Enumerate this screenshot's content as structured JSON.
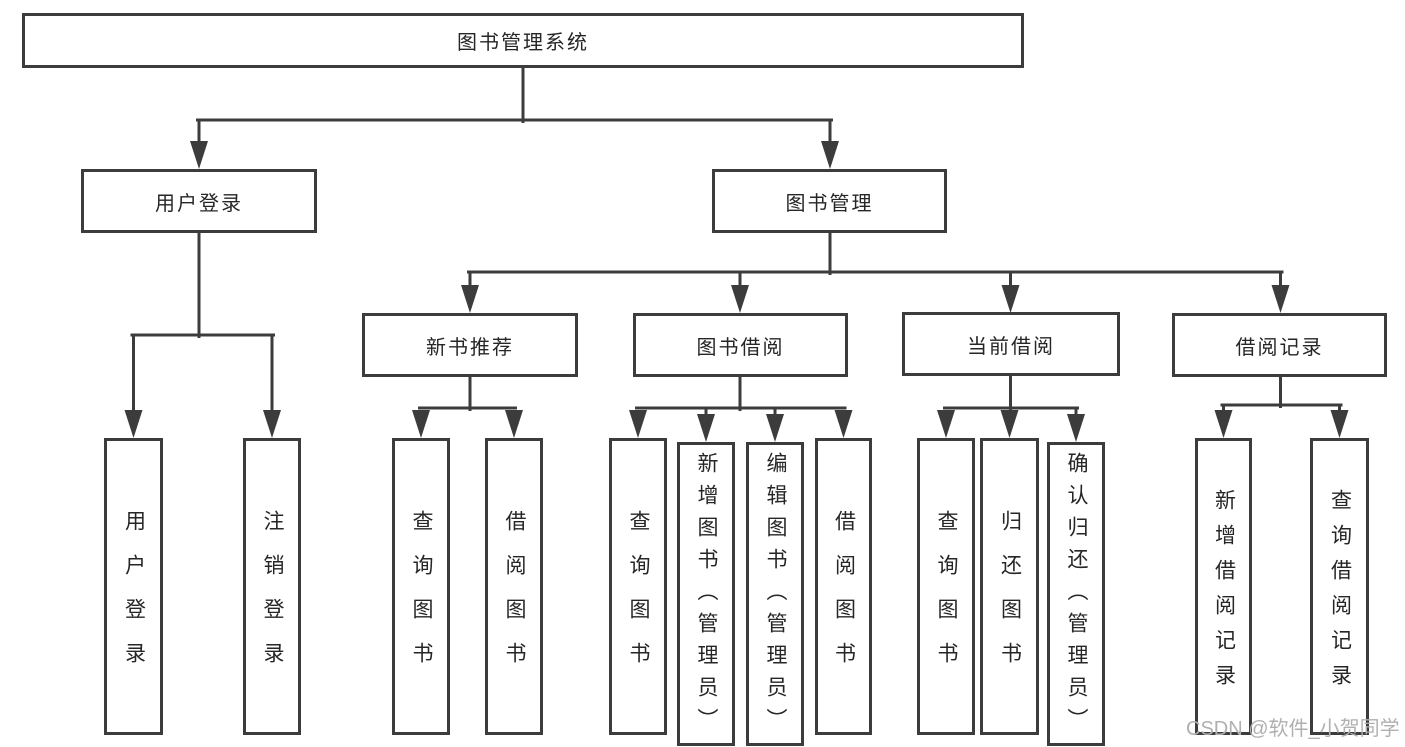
{
  "diagram": {
    "type": "hierarchy-tree",
    "colors": {
      "line": "#3c3c3c",
      "text": "#262626",
      "box_border": "#3c3c3c",
      "box_background": "#ffffff",
      "page_background": "#ffffff",
      "watermark": "#b0b0b0"
    },
    "watermark": {
      "text": "CSDN @软件_小贺同学"
    },
    "nodes": {
      "root": {
        "label": "图书管理系统"
      },
      "user_login": {
        "label": "用户登录"
      },
      "book_mgmt": {
        "label": "图书管理"
      },
      "new_book_rec": {
        "label": "新书推荐"
      },
      "book_borrow": {
        "label": "图书借阅"
      },
      "current_borrow": {
        "label": "当前借阅"
      },
      "borrow_records": {
        "label": "借阅记录"
      },
      "leaf_user_login": {
        "label": "用户登录"
      },
      "leaf_logout": {
        "label": "注销登录"
      },
      "leaf_query_books_rec": {
        "label": "查询图书"
      },
      "leaf_borrow_books_rec": {
        "label": "借阅图书"
      },
      "leaf_query_books_borrow": {
        "label": "查询图书"
      },
      "leaf_add_books_admin": {
        "label": "新增图书（管理员）"
      },
      "leaf_edit_books_admin": {
        "label": "编辑图书（管理员）"
      },
      "leaf_borrow_books": {
        "label": "借阅图书"
      },
      "leaf_query_books_current": {
        "label": "查询图书"
      },
      "leaf_return_books": {
        "label": "归还图书"
      },
      "leaf_confirm_return_admin": {
        "label": "确认归还（管理员）"
      },
      "leaf_add_borrow_record": {
        "label": "新增借阅记录"
      },
      "leaf_query_borrow_record": {
        "label": "查询借阅记录"
      }
    }
  }
}
